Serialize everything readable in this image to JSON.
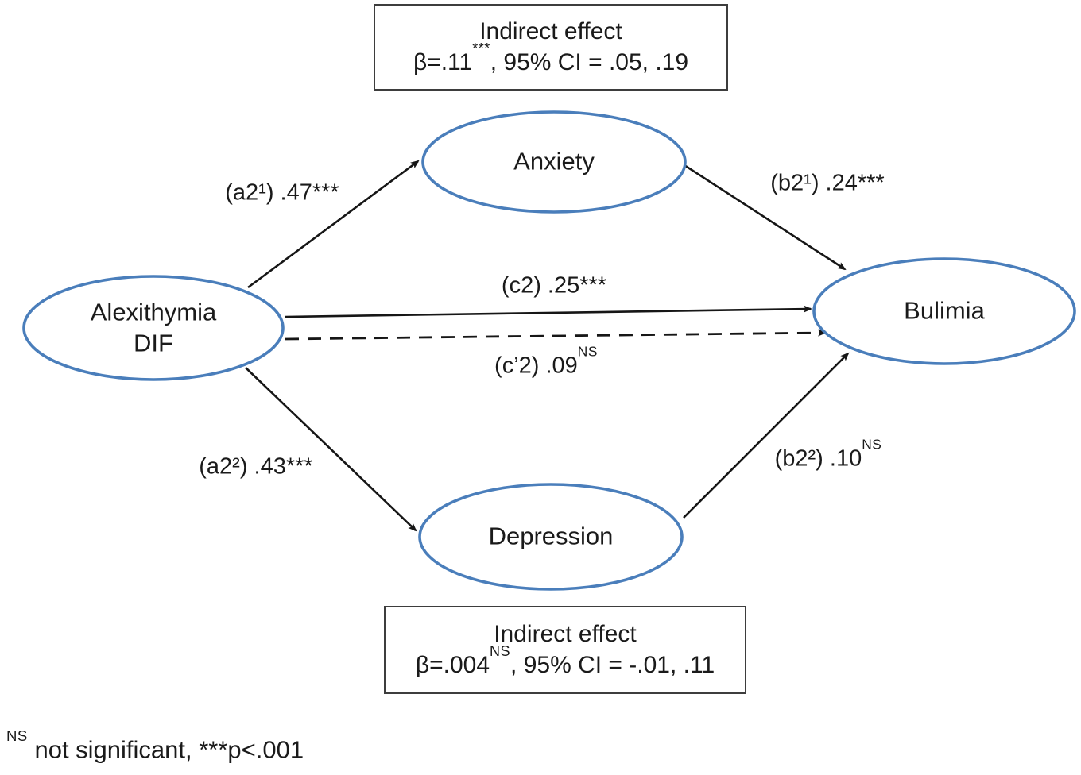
{
  "colors": {
    "ellipse_stroke": "#4a7ebb",
    "arrow": "#161616",
    "text": "#1a1a1a",
    "box_border": "#3d3d3d",
    "background": "#ffffff"
  },
  "nodes": {
    "anxiety": {
      "label": "Anxiety"
    },
    "alexithymia": {
      "line1": "Alexithymia",
      "line2": "DIF"
    },
    "bulimia": {
      "label": "Bulimia"
    },
    "depression": {
      "label": "Depression"
    }
  },
  "paths": {
    "a21": {
      "label": "(a2¹) .47***"
    },
    "b21": {
      "label": "(b2¹) .24***"
    },
    "c2": {
      "label": "(c2) .25***"
    },
    "c2_prime": {
      "pre": "(c’2) .09",
      "sup": "NS"
    },
    "a22": {
      "label": "(a2²) .43***"
    },
    "b22": {
      "pre": "(b2²) .10",
      "sup": "NS"
    }
  },
  "boxes": {
    "top": {
      "title": "Indirect effect",
      "beta_pre": "β=.11",
      "beta_sup": "***",
      "beta_post": ", 95% CI = .05, .19"
    },
    "bottom": {
      "title": "Indirect effect",
      "beta_pre": "β=.004",
      "beta_sup": "NS",
      "beta_post": ", 95% CI = -.01, .11"
    }
  },
  "footnote": {
    "sup": "NS",
    "text": " not significant, ***p<.001"
  }
}
